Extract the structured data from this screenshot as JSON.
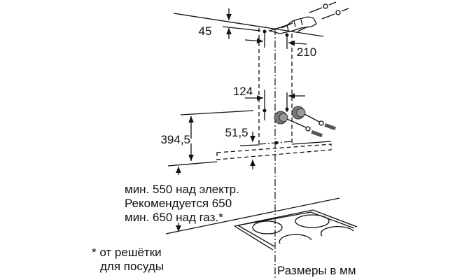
{
  "dimensions": {
    "d45": "45",
    "d210": "210",
    "d124": "124",
    "d394_5": "394,5",
    "d51_5": "51,5"
  },
  "notes": {
    "line1": "мин. 550 над электр.",
    "line2": "Рекомендуется 650",
    "line3": "мин. 650 над газ.*",
    "footnote1": "* от решётки",
    "footnote2": "для посуды",
    "units": "Размеры в мм"
  }
}
